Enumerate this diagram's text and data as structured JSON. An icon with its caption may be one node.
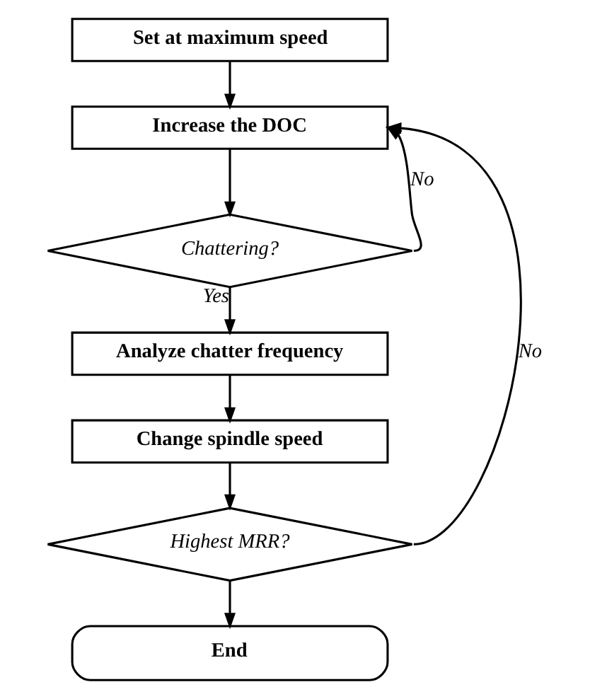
{
  "diagram": {
    "nodes": [
      {
        "text": [
          "Set at maximum speed"
        ]
      },
      {
        "text": [
          "Increase the DOC"
        ]
      },
      {
        "text": [
          "Chattering?"
        ]
      },
      {
        "text": [
          "Analyze chatter frequency"
        ]
      },
      {
        "text": [
          "Change spindle speed"
        ]
      },
      {
        "text": [
          "Highest MRR?"
        ]
      },
      {
        "text": [
          "End"
        ]
      }
    ],
    "edges": [
      {
        "from": 0,
        "to": 1,
        "arrow": "to"
      },
      {
        "from": 1,
        "to": 2,
        "arrow": "to"
      },
      {
        "from": 2,
        "to": 1,
        "arrow": "to",
        "label": "No"
      },
      {
        "from": 2,
        "to": 3,
        "arrow": "to",
        "label": "Yes"
      },
      {
        "from": 3,
        "to": 4,
        "arrow": "to"
      },
      {
        "from": 4,
        "to": 5,
        "arrow": "to"
      },
      {
        "from": 5,
        "to": 1,
        "arrow": "to",
        "label": "No"
      },
      {
        "from": 5,
        "to": 6,
        "arrow": "to"
      }
    ]
  }
}
